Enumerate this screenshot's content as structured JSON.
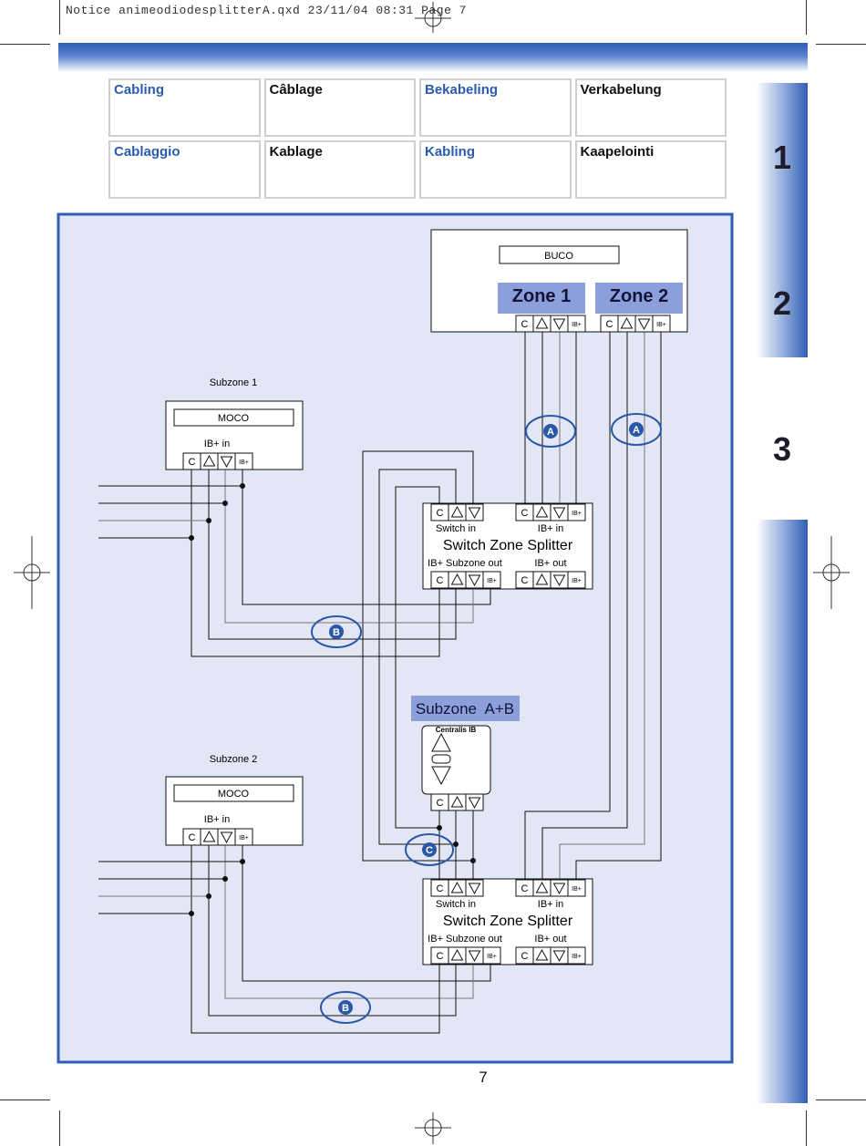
{
  "slug": "Notice animeodiodesplitterA.qxd  23/11/04  08:31  Page 7",
  "languages": [
    {
      "label": "Cabling",
      "color": "blue"
    },
    {
      "label": "Câblage",
      "color": "black"
    },
    {
      "label": "Bekabeling",
      "color": "blue"
    },
    {
      "label": "Verkabelung",
      "color": "black"
    },
    {
      "label": "Cablaggio",
      "color": "blue"
    },
    {
      "label": "Kablage",
      "color": "black"
    },
    {
      "label": "Kabling",
      "color": "blue"
    },
    {
      "label": "Kaapelointi",
      "color": "black"
    }
  ],
  "side_tabs": [
    "1",
    "2",
    "3"
  ],
  "page_number": "7",
  "diagram": {
    "buco": {
      "title": "BUCO",
      "zone1": "Zone 1",
      "zone2": "Zone 2"
    },
    "terminals": {
      "c": "C",
      "ib": "IB+"
    },
    "moco1": {
      "subzone": "Subzone 1",
      "title": "MOCO",
      "ib_in": "IB+ in"
    },
    "moco2": {
      "subzone": "Subzone 2",
      "title": "MOCO",
      "ib_in": "IB+ in"
    },
    "splitter": {
      "title": "Switch Zone Splitter",
      "switch_in": "Switch in",
      "ib_in": "IB+ in",
      "subzone_out": "IB+ Subzone out",
      "ib_out": "IB+ out"
    },
    "centralis": {
      "zone_label": "Subzone  A+B",
      "title": "Centralis IB"
    },
    "markers": {
      "a": "A",
      "b": "B",
      "c": "C"
    }
  },
  "colors": {
    "accent_blue": "#2f5db5",
    "zone_fill": "#8c9fda",
    "panel_bg": "#e3e6f4",
    "marker_blue": "#2a58a8"
  }
}
